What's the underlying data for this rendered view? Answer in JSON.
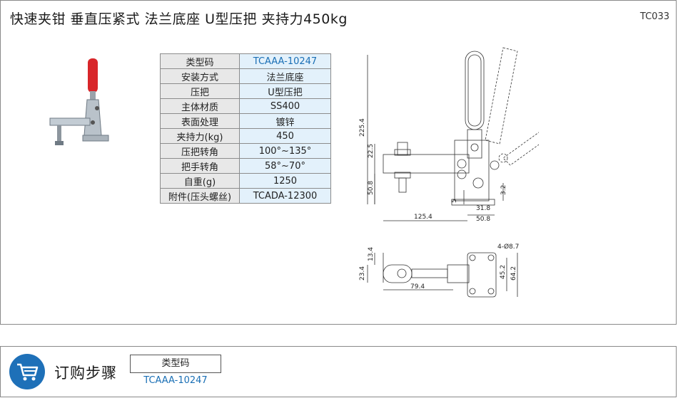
{
  "header": {
    "title": "快速夹钳  垂直压紧式  法兰底座  U型压把  夹持力450kg",
    "code": "TC033"
  },
  "spec_table": [
    {
      "key": "类型码",
      "value": "TCAAA-10247"
    },
    {
      "key": "安装方式",
      "value": "法兰底座"
    },
    {
      "key": "压把",
      "value": "U型压把"
    },
    {
      "key": "主体材质",
      "value": "SS400"
    },
    {
      "key": "表面处理",
      "value": "镀锌"
    },
    {
      "key": "夹持力(kg)",
      "value": "450"
    },
    {
      "key": "压把转角",
      "value": "100°~135°"
    },
    {
      "key": "把手转角",
      "value": "58°~70°"
    },
    {
      "key": "自重(g)",
      "value": "1250"
    },
    {
      "key": "附件(压头螺丝)",
      "value": "TCADA-12300"
    }
  ],
  "drawing_dims": {
    "d225": "225.4",
    "d22": "22.5",
    "d50": "50.8",
    "d5": "5",
    "d3": "3.2",
    "d31": "31.8",
    "d125": "125.4",
    "d50b": "50.8",
    "d4": "4-Ø8.7",
    "d13": "13.4",
    "d23": "23.4",
    "d79": "79.4",
    "d45": "45.2",
    "d64": "64.2"
  },
  "order": {
    "heading": "订购步骤",
    "type_label": "类型码",
    "type_value": "TCAAA-10247"
  },
  "colors": {
    "accent": "#1e70b8",
    "table_key_bg": "#e8e8e8",
    "table_value_bg": "#e3f1fb",
    "handle_red": "#d8262a"
  },
  "icons": {
    "cart": "shopping-cart-icon"
  }
}
